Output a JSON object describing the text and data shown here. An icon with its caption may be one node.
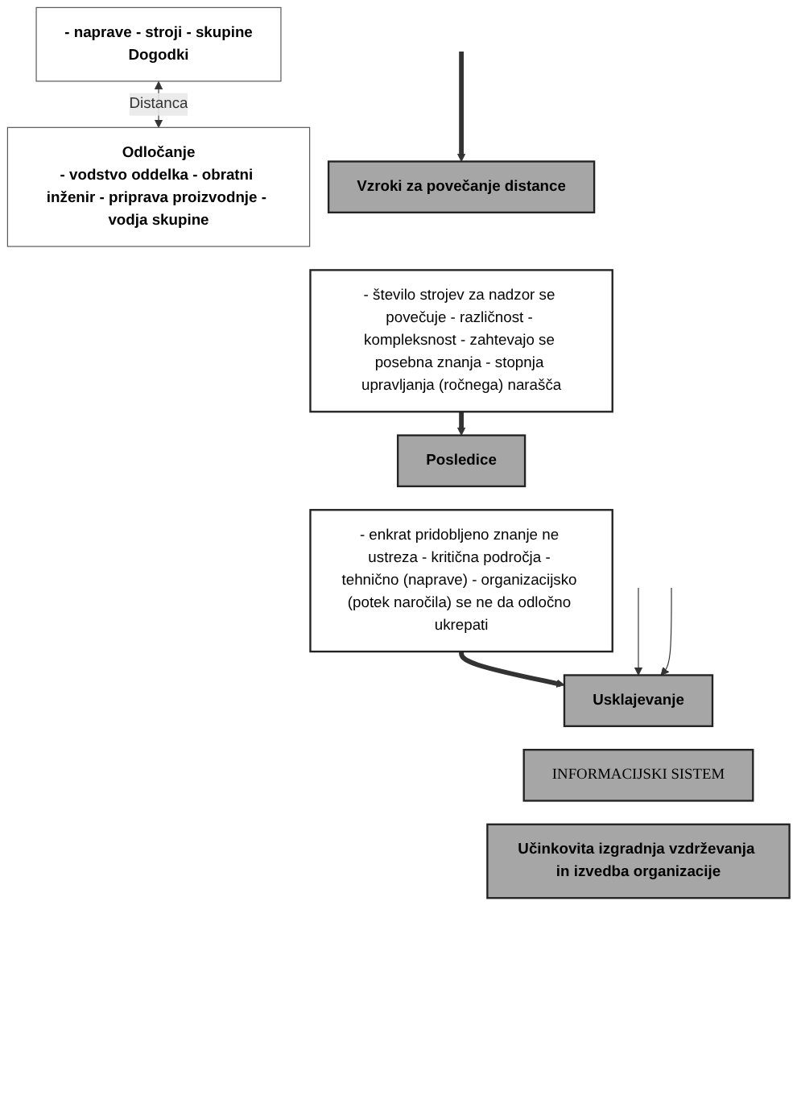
{
  "diagram": {
    "nodes": [
      {
        "text": [
          "- naprave - stroji - skupine",
          "Dogodki"
        ]
      },
      {
        "text": [
          "Odločanje",
          "- vodstvo oddelka - obratni inženir - priprava proizvodnje - vodja skupine"
        ]
      },
      {
        "text": [
          "Vzroki za povečanje distance"
        ]
      },
      {
        "text": [
          "- število strojev za nadzor se povečuje - različnost - kompleksnost - zahtevajo se posebna znanja - stopnja upravljanja (ročnega) narašča"
        ]
      },
      {
        "text": [
          "Posledice"
        ]
      },
      {
        "text": [
          "- enkrat pridobljeno znanje ne ustreza - kritična področja - tehnično (naprave) - organizacijsko (potek naročila) se ne da odločno ukrepati"
        ]
      },
      {
        "text": [
          "Usklajevanje"
        ]
      },
      {
        "text": [
          "INFORMACIJSKI SISTEM"
        ]
      },
      {
        "text": [
          "Učinkovita izgradnja vzdrževanja in izvedba organizacije"
        ]
      }
    ],
    "edges": [
      {
        "from": 0,
        "to": 1,
        "arrow": "both",
        "label": "Distanca"
      },
      {
        "from": null,
        "to": 2,
        "arrow": "to",
        "style": "thick"
      },
      {
        "from": 3,
        "to": 4,
        "arrow": "to",
        "style": "thick"
      },
      {
        "from": 5,
        "to": 6,
        "arrow": "to",
        "style": "thick"
      },
      {
        "from": null,
        "to": 6,
        "arrow": "to"
      },
      {
        "from": null,
        "to": 6,
        "arrow": "to"
      }
    ]
  }
}
